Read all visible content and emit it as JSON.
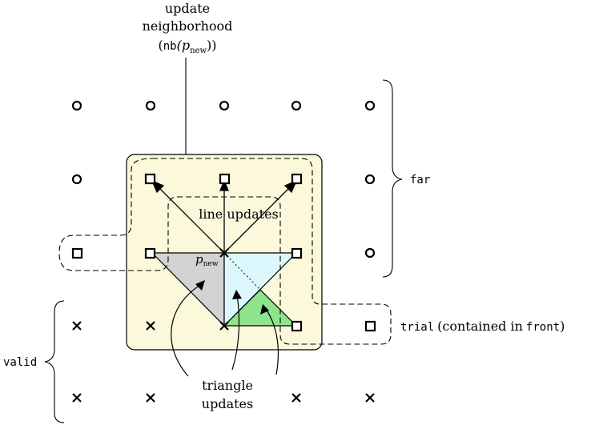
{
  "labels": {
    "update_neighborhood_line1": "update",
    "update_neighborhood_line2": "neighborhood",
    "nb_open": "(",
    "nb_func": "nb",
    "nb_p": "(p",
    "nb_sub": "new",
    "nb_close": "))",
    "far": "far",
    "trial_mono": "trial",
    "trial_serif": "(contained in",
    "front_mono": "front",
    "front_close": ")",
    "valid": "valid",
    "line_updates": "line updates",
    "p_new_base": "p",
    "p_new_sub": "new",
    "triangle_updates_line1": "triangle",
    "triangle_updates_line2": "updates"
  },
  "colors": {
    "neighborhood_fill": "#fbf8dc",
    "gray_triangle": "#d3d3d3",
    "cyan_triangle": "#dcf8fc",
    "green_triangle": "#8ee48c",
    "stroke": "#000000"
  },
  "legend": {
    "circle_state": "far",
    "square_state": "trial",
    "cross_state": "valid"
  }
}
